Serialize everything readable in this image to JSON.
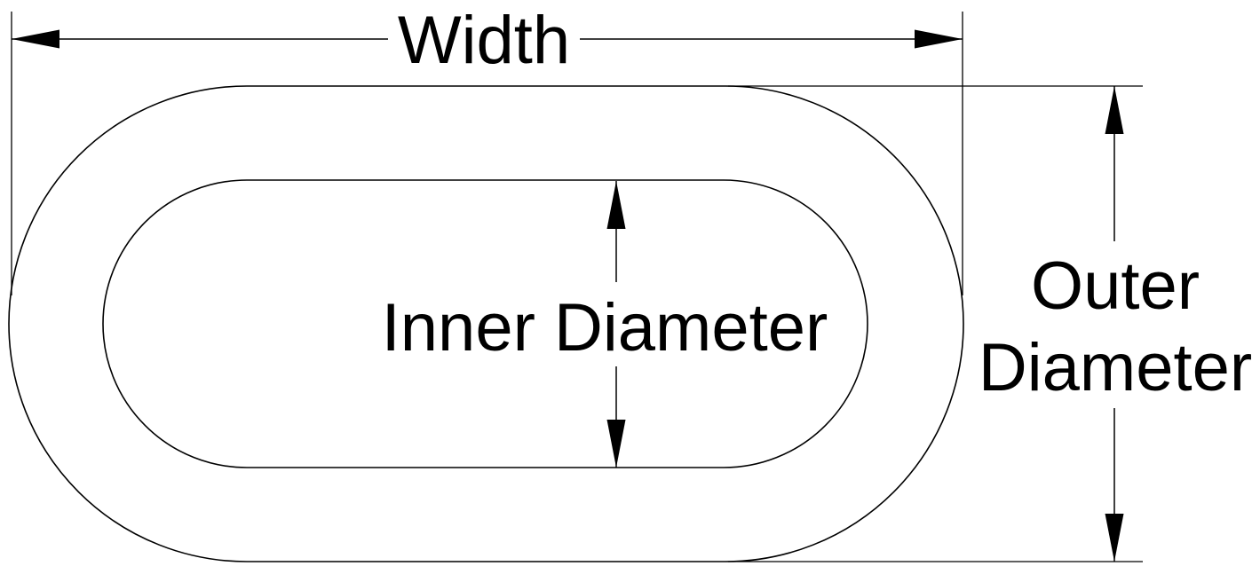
{
  "page": {
    "background": "#ffffff"
  },
  "diagram": {
    "kind": "technical dimension drawing",
    "subject": "stadium-shaped ring (oval link) cross-section with dimension callouts",
    "line_color": "#000000",
    "text_color": "#000000",
    "labels": {
      "width": "Width",
      "inner_diameter": "Inner Diameter",
      "outer_diameter_line1": "Outer",
      "outer_diameter_line2": "Diameter"
    }
  }
}
